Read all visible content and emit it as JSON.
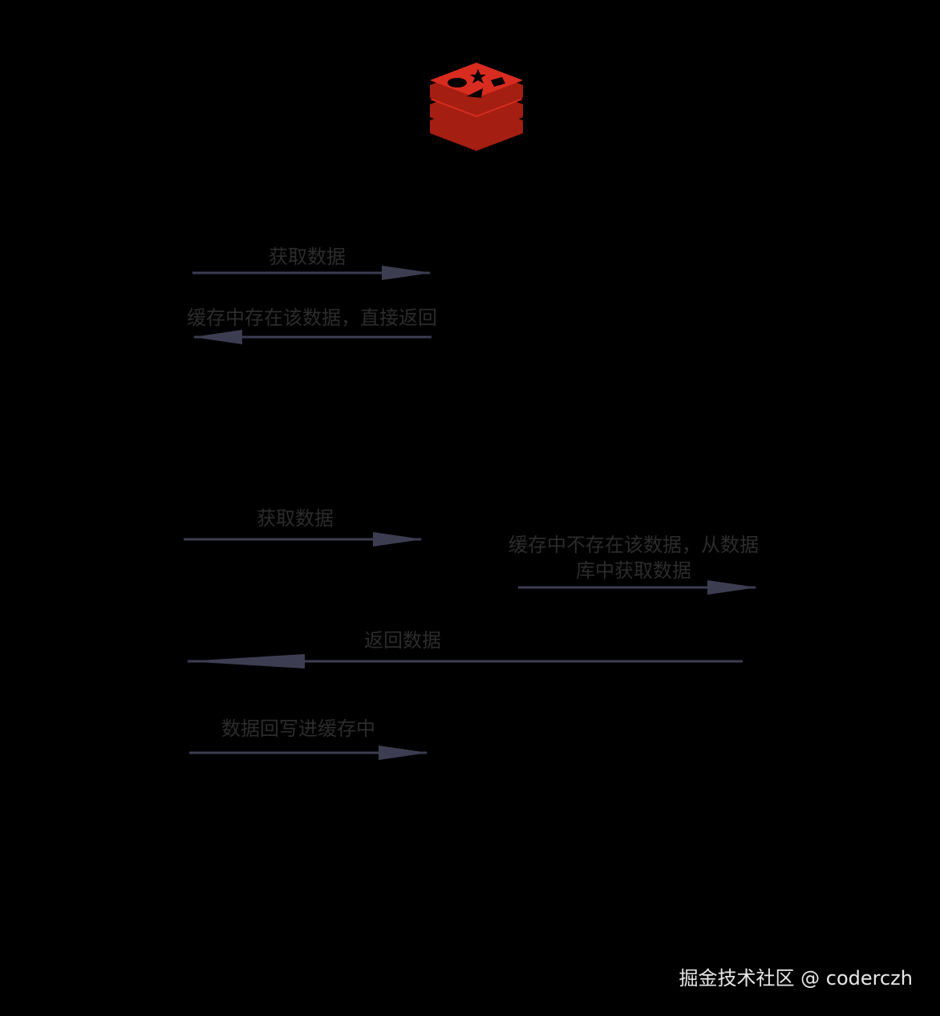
{
  "colors": {
    "background": "#000000",
    "arrow": "#3d3d52",
    "label_text": "#2c2c2c",
    "logo_red": "#d82c20",
    "logo_dark": "#a41e11",
    "watermark_text": "#e8e8e8"
  },
  "logo": {
    "icon": "redis-logo-icon"
  },
  "cache_hit": {
    "request_label": "获取数据",
    "response_label": "缓存中存在该数据，直接返回"
  },
  "cache_miss": {
    "request_label": "获取数据",
    "db_fetch_label": "缓存中不存在该数据，从数据库中获取数据",
    "return_label": "返回数据",
    "writeback_label": "数据回写进缓存中"
  },
  "watermark": "掘金技术社区 @ coderczh"
}
